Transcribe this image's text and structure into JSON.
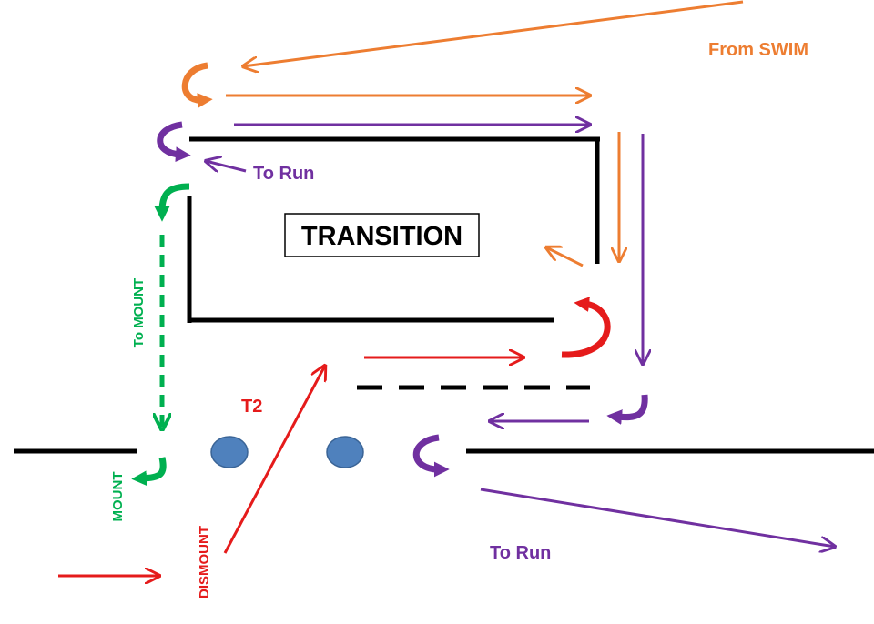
{
  "labels": {
    "from_swim": "From SWIM",
    "to_run_top": "To Run",
    "transition": "TRANSITION",
    "to_mount": "To MOUNT",
    "t2": "T2",
    "mount": "MOUNT",
    "dismount": "DISMOUNT",
    "to_run_bottom": "To Run"
  },
  "colors": {
    "orange": "#ED7D31",
    "purple": "#7030A0",
    "green": "#00B050",
    "red": "#E51B1B",
    "black": "#000000",
    "cone": "#4F81BD",
    "cone_stroke": "#3A6496"
  }
}
